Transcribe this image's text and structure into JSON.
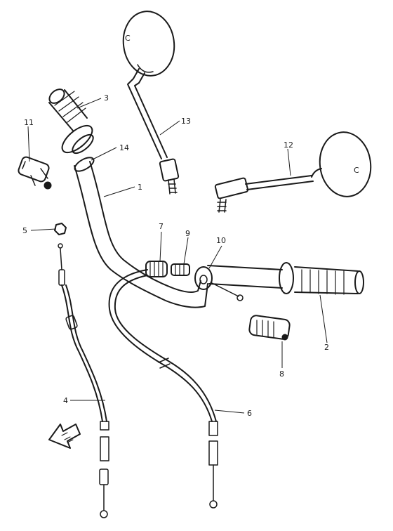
{
  "diagram": {
    "colors": {
      "ink": "#1a1a1a",
      "paper": "#ffffff"
    },
    "parts": [
      {
        "id": "handlebar",
        "callout": "1"
      },
      {
        "id": "right-grip",
        "callout": "2"
      },
      {
        "id": "left-grip",
        "callout": "3"
      },
      {
        "id": "clutch-cable",
        "callout": "4"
      },
      {
        "id": "cable-adjuster-nut",
        "callout": "5"
      },
      {
        "id": "throttle-cable",
        "callout": "6"
      },
      {
        "id": "throttle-cable-fitting",
        "callout": "7"
      },
      {
        "id": "right-switch",
        "callout": "8"
      },
      {
        "id": "throttle-adjuster",
        "callout": "9"
      },
      {
        "id": "throttle-collar",
        "callout": "10"
      },
      {
        "id": "left-switch",
        "callout": "11"
      },
      {
        "id": "right-mirror",
        "callout": "12"
      },
      {
        "id": "left-mirror",
        "callout": "13"
      },
      {
        "id": "grip-collar",
        "callout": "14"
      }
    ],
    "mirror_face_mark": "C",
    "front_arrow_icon": "front-arrow-icon"
  }
}
